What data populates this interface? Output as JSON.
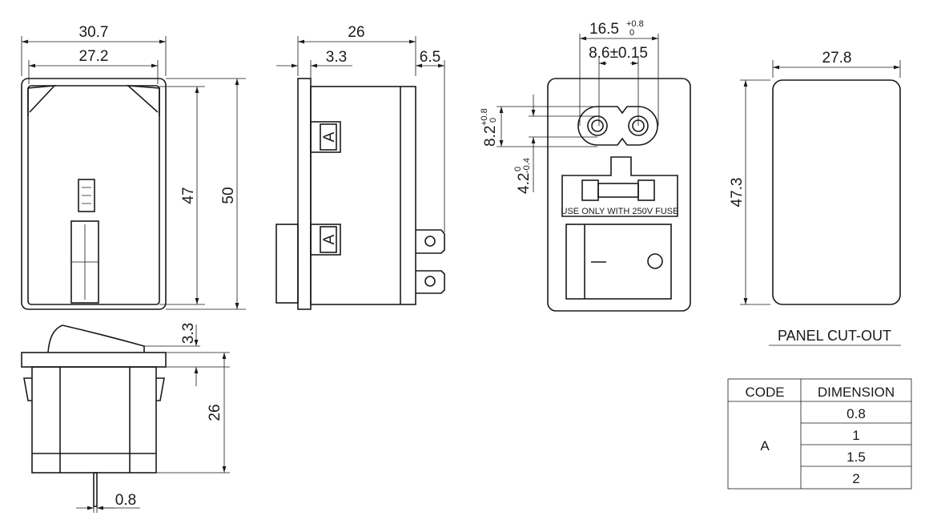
{
  "front_view": {
    "width_outer": "30.7",
    "width_inner": "27.2",
    "height_inner": "47",
    "height_outer": "50"
  },
  "side_view": {
    "depth": "26",
    "flange": "3.3",
    "terminal": "6.5",
    "tab_label": "A"
  },
  "socket_view": {
    "span": "16.5",
    "span_tol_upper": "+0.8",
    "span_tol_lower": "0",
    "pitch": "8.6±0.15",
    "height": "8.2",
    "height_tol_upper": "+0.8",
    "height_tol_lower": "0",
    "offset": "4.2",
    "offset_tol_upper": "0",
    "offset_tol_lower": "-0.4",
    "fuse_label": "USE ONLY WITH 250V FUSE"
  },
  "panel_cutout": {
    "width": "27.8",
    "height": "47.3",
    "title": "PANEL CUT-OUT"
  },
  "bottom_view": {
    "rocker": "3.3",
    "depth": "26",
    "pin": "0.8"
  },
  "table": {
    "headers": [
      "CODE",
      "DIMENSION"
    ],
    "code": "A",
    "values": [
      "0.8",
      "1",
      "1.5",
      "2"
    ]
  }
}
